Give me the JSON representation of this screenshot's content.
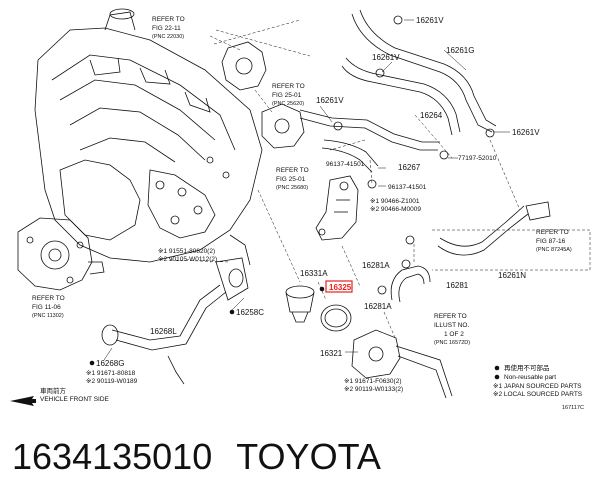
{
  "callouts": {
    "ref_22_11": [
      "REFER TO",
      "FIG 22-11",
      "(PNC 22030)"
    ],
    "ref_25_01a": [
      "REFER TO",
      "FIG 25-01",
      "(PNC 25620)"
    ],
    "ref_25_01b": [
      "REFER TO",
      "FIG 25-01",
      "(PNC 25680)"
    ],
    "ref_11_06": [
      "REFER TO",
      "FIG 11-06",
      "(PNC 11302)"
    ],
    "ref_87_16": [
      "REFER TO",
      "FIG 87-16",
      "(PNC 87245A)"
    ],
    "ref_illust": [
      "REFER TO",
      "ILLUST NO.",
      "1 OF 2",
      "(PNC 16572D)"
    ]
  },
  "parts": {
    "p16261v_a": "16261V",
    "p16261g": "16261G",
    "p16261v_b": "16261V",
    "p16261v_c": "16261V",
    "p16264": "16264",
    "p16261v_d": "16261V",
    "p77197": "77197-52010",
    "p96137_a": "96137-41501",
    "p16267": "16267",
    "p96137_b": "96137-41501",
    "p90466_1": "※1 90466-Z1001",
    "p90466_2": "※2 90466-M0009",
    "p16261n": "16261N",
    "p91551": "※1 91551-80820(2)",
    "p90105": "※2 90105-W0112(2)",
    "p16331a": "16331A",
    "p16325": "16325",
    "p16281a_a": "16281A",
    "p16281": "16281",
    "p16281a_b": "16281A",
    "p16258c": "16258C",
    "p16268l": "16268L",
    "p16268g": "16268G",
    "p91671_a": "※1 91671-80818",
    "p90119_a": "※2 90119-W0189",
    "p16321": "16321",
    "p91671_b": "※1 91671-F0630(2)",
    "p90119_b": "※2 90119-W0133(2)"
  },
  "legend": {
    "l1": "再使用不可部品",
    "l2": "Non-reusable part",
    "l3": "※1  JAPAN SOURCED PARTS",
    "l4": "※2  LOCAL SOURCED PARTS"
  },
  "front": {
    "jp": "車両前方",
    "en": "VEHICLE FRONT SIDE"
  },
  "figure_id": "167117C",
  "caption": {
    "part_number": "1634135010",
    "brand": "TOYOTA"
  },
  "colors": {
    "highlight": "#e8201a",
    "line": "#111111"
  }
}
